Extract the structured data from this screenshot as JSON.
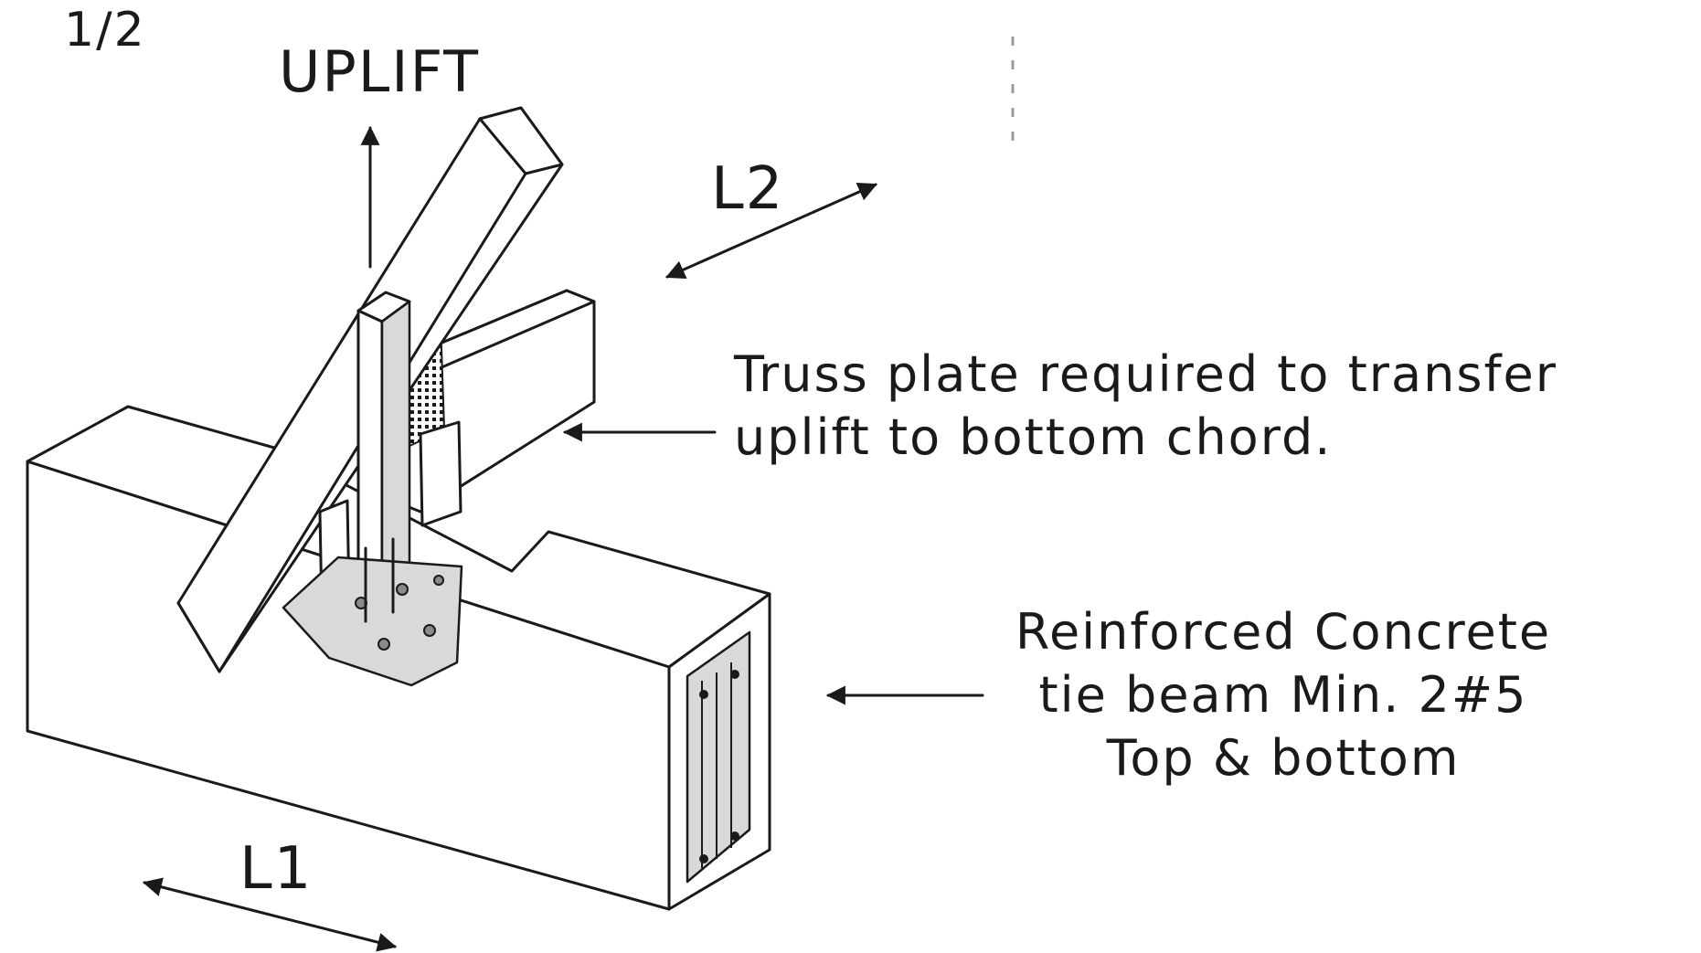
{
  "page": {
    "corner_fragment": "1/2"
  },
  "labels": {
    "uplift": "UPLIFT",
    "l2": "L2",
    "l1": "L1",
    "truss_note_line1": "Truss plate required to transfer",
    "truss_note_line2": "uplift to bottom chord.",
    "beam_note_line1": "Reinforced Concrete",
    "beam_note_line2": "tie beam Min. 2#5",
    "beam_note_line3": "Top & bottom"
  },
  "colors": {
    "ink": "#1a1a1a",
    "paper": "#ffffff",
    "shade": "#d9d9d9",
    "dark_shade": "#8a8a8a"
  }
}
